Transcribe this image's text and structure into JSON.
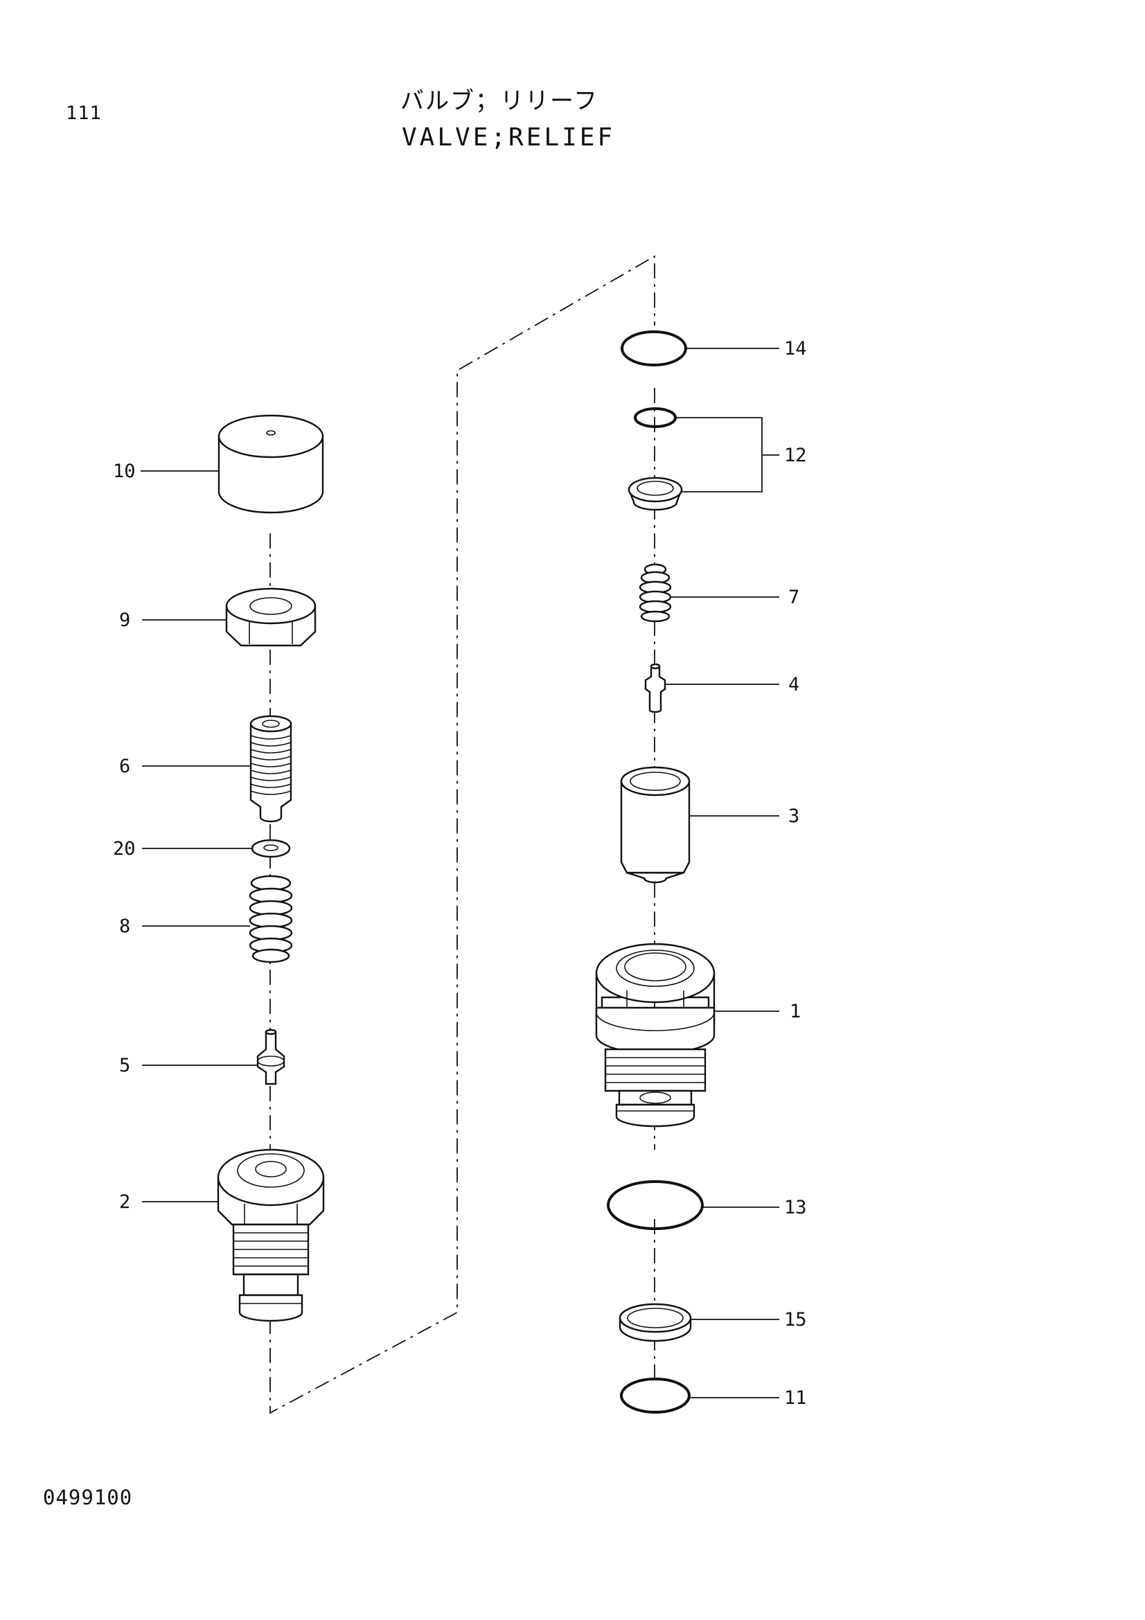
{
  "header": {
    "page_number": "111",
    "title_jp": "バルブ；リリーフ",
    "title_en": "VALVE;RELIEF"
  },
  "footer": {
    "drawing_code": "0499100"
  },
  "callouts": {
    "p1": "1",
    "p2": "2",
    "p3": "3",
    "p4": "4",
    "p5": "5",
    "p6": "6",
    "p7": "7",
    "p8": "8",
    "p9": "9",
    "p10": "10",
    "p11": "11",
    "p12": "12",
    "p13": "13",
    "p14": "14",
    "p15": "15",
    "p20": "20"
  }
}
